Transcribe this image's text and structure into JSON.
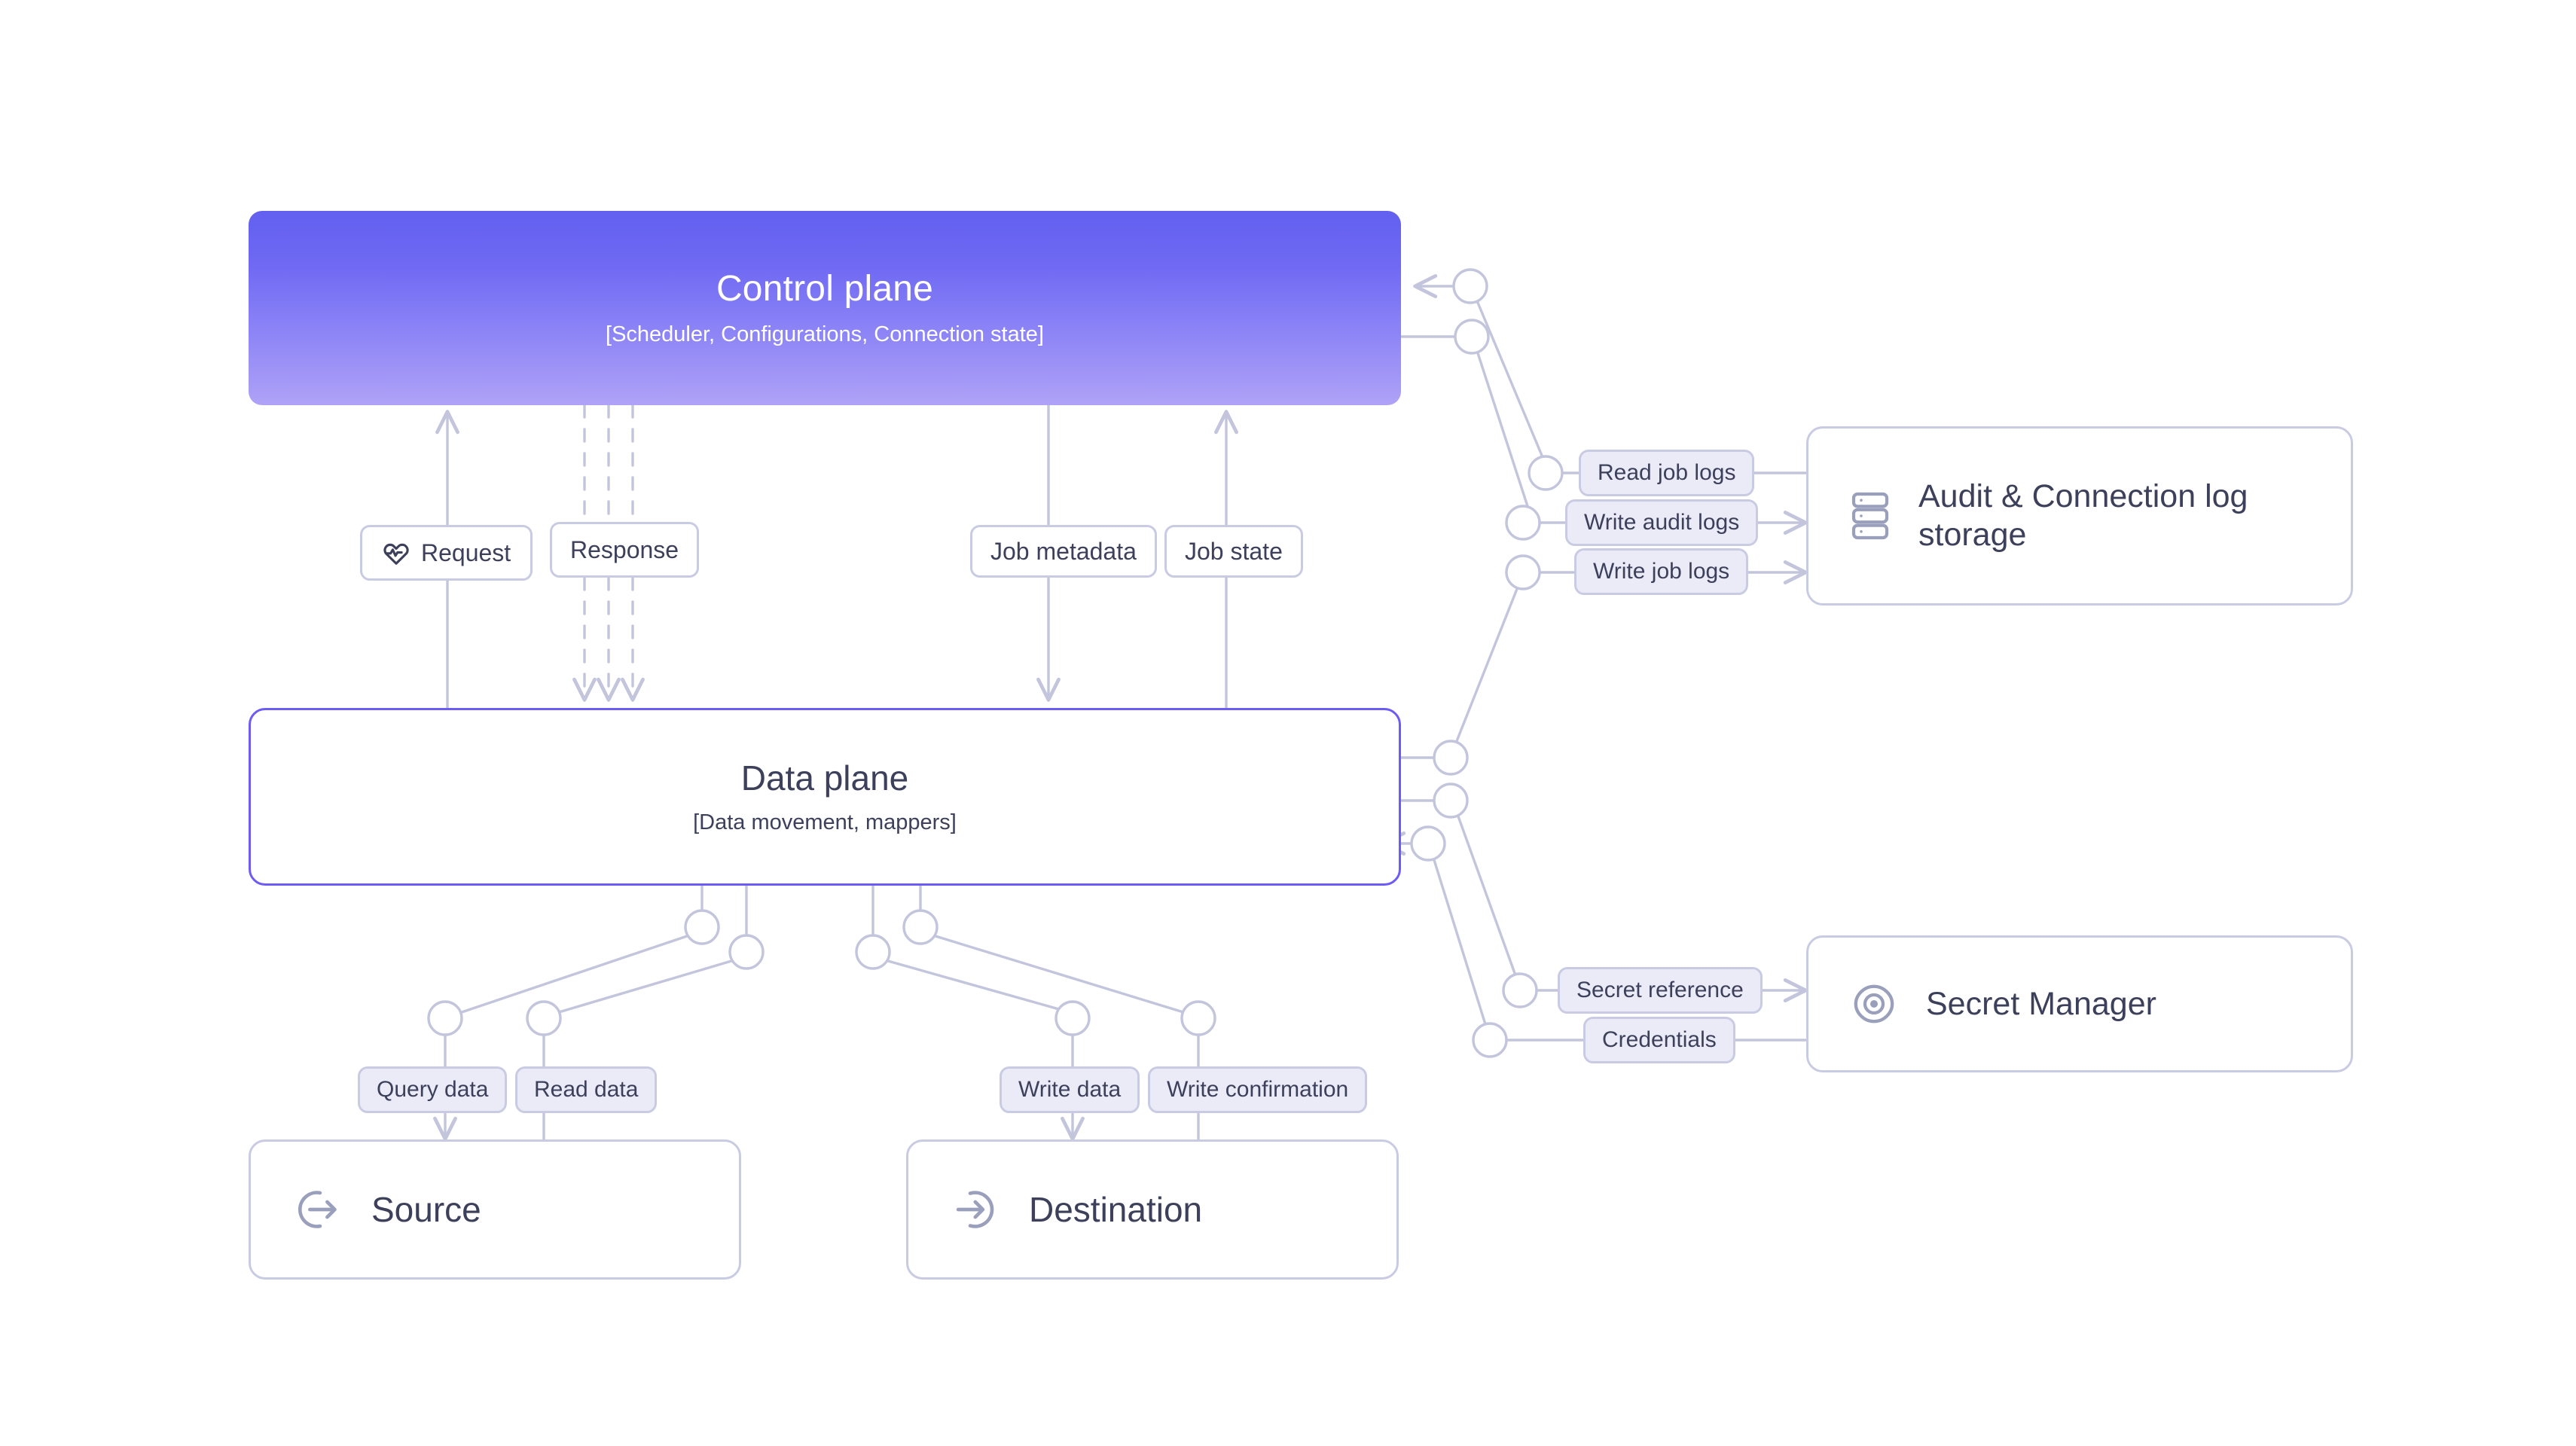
{
  "diagram": {
    "title": "Data pipeline control plane / data plane architecture",
    "background": "#FFFFFF",
    "colors": {
      "accent_border": "#6C5CF5",
      "node_border": "#C9CBE2",
      "wire": "#C3C5DC",
      "pill_tint_fill": "#EBEBF8",
      "text": "#3D405B",
      "gradient_top": "#6360F0",
      "gradient_bottom": "#AFA2F7"
    }
  },
  "nodes": {
    "control_plane": {
      "title": "Control plane",
      "subtitle": "[Scheduler, Configurations, Connection state]"
    },
    "data_plane": {
      "title": "Data plane",
      "subtitle": "[Data movement, mappers]"
    },
    "audit_storage": {
      "label": "Audit & Connection log storage",
      "icon": "database-stack-icon"
    },
    "secret_manager": {
      "label": "Secret Manager",
      "icon": "eye-scan-icon"
    },
    "source": {
      "label": "Source",
      "icon": "arrow-out-circle-icon"
    },
    "destination": {
      "label": "Destination",
      "icon": "arrow-in-circle-icon"
    }
  },
  "edge_labels": {
    "request": "Request",
    "response": "Response",
    "job_metadata": "Job metadata",
    "job_state": "Job state",
    "read_job_logs": "Read job logs",
    "write_audit_logs": "Write audit logs",
    "write_job_logs": "Write job logs",
    "secret_reference": "Secret reference",
    "credentials": "Credentials",
    "query_data": "Query data",
    "read_data": "Read data",
    "write_data": "Write data",
    "write_confirmation": "Write confirmation"
  },
  "icons": {
    "request": "heart-pulse-icon"
  }
}
